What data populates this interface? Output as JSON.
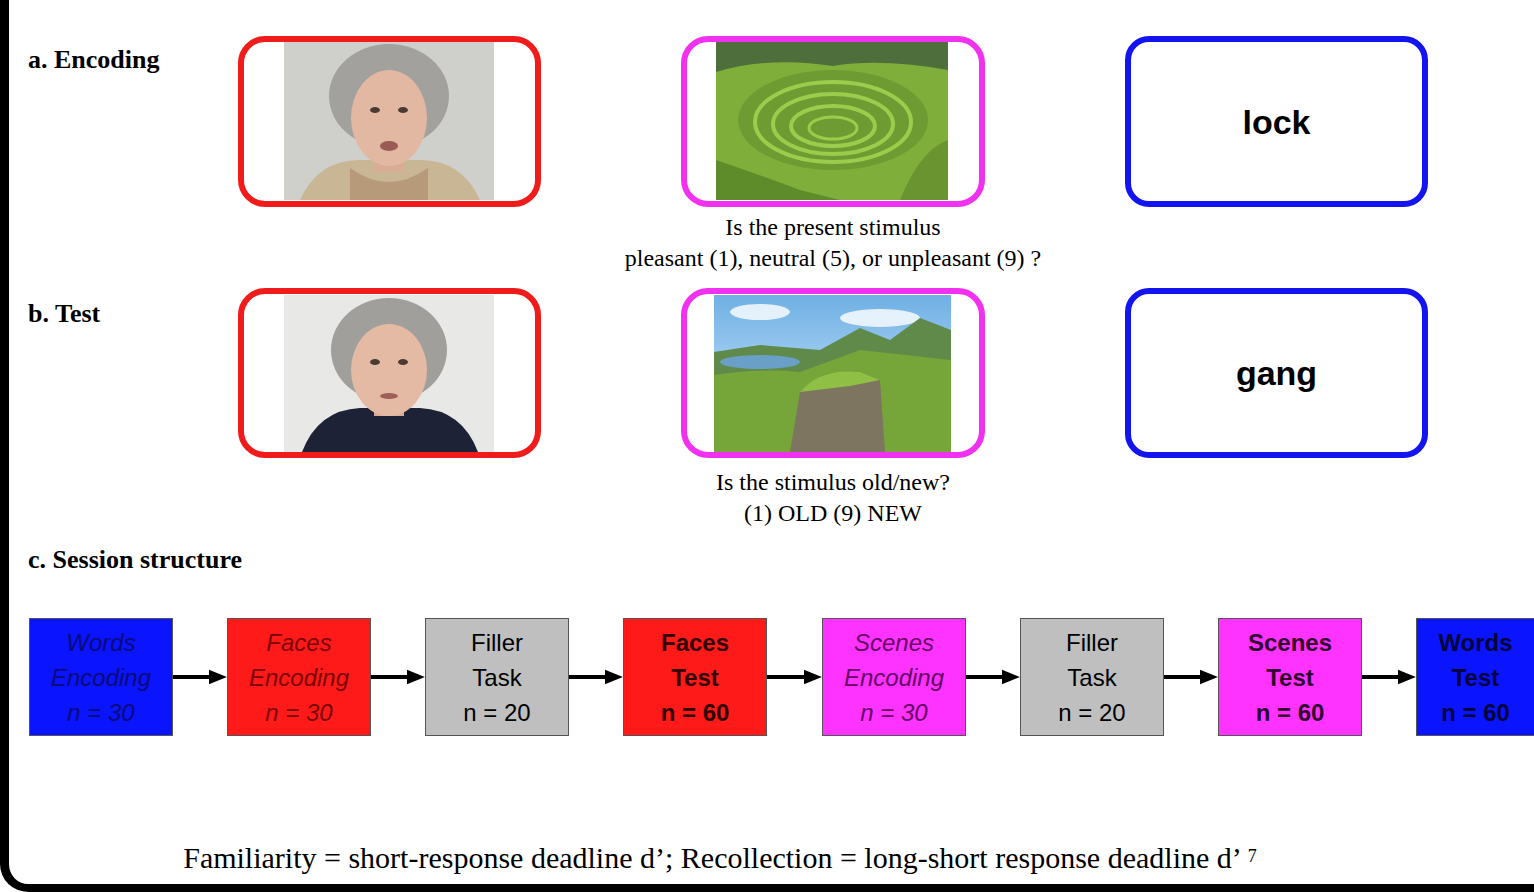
{
  "diagram": {
    "caption": "Familiarity = short-response deadline d’; Recollection = long-short response deadline d’",
    "nodes": [
      {
        "text": [
          "lock"
        ]
      },
      {
        "text": [
          "gang"
        ]
      },
      {
        "text": [
          "Words Encoding",
          "n = 30"
        ]
      },
      {
        "text": [
          "Faces Encoding",
          "n = 30"
        ]
      },
      {
        "text": [
          "Filler Task",
          "n = 20"
        ]
      },
      {
        "text": [
          "Faces Test",
          "n = 60"
        ]
      },
      {
        "text": [
          "Scenes Encoding",
          "n = 30"
        ]
      },
      {
        "text": [
          "Filler Task",
          "n = 20"
        ]
      },
      {
        "text": [
          "Scenes Test",
          "n = 60"
        ]
      },
      {
        "text": [
          "Words Test",
          "n = 60"
        ]
      }
    ],
    "edges": [
      {
        "from": 2,
        "to": 3,
        "arrow": "to"
      },
      {
        "from": 3,
        "to": 4,
        "arrow": "to"
      },
      {
        "from": 4,
        "to": 5,
        "arrow": "to"
      },
      {
        "from": 5,
        "to": 6,
        "arrow": "to"
      },
      {
        "from": 6,
        "to": 7,
        "arrow": "to"
      },
      {
        "from": 7,
        "to": 8,
        "arrow": "to"
      },
      {
        "from": 8,
        "to": 9,
        "arrow": "to"
      }
    ],
    "labels": [
      "a. Encoding",
      "Is the present stimulus pleasant (1), neutral (5), or unpleasant (9) ?",
      "b. Test",
      "Is the stimulus old/new? (1) OLD (9) NEW",
      "c. Session structure",
      "7"
    ]
  }
}
